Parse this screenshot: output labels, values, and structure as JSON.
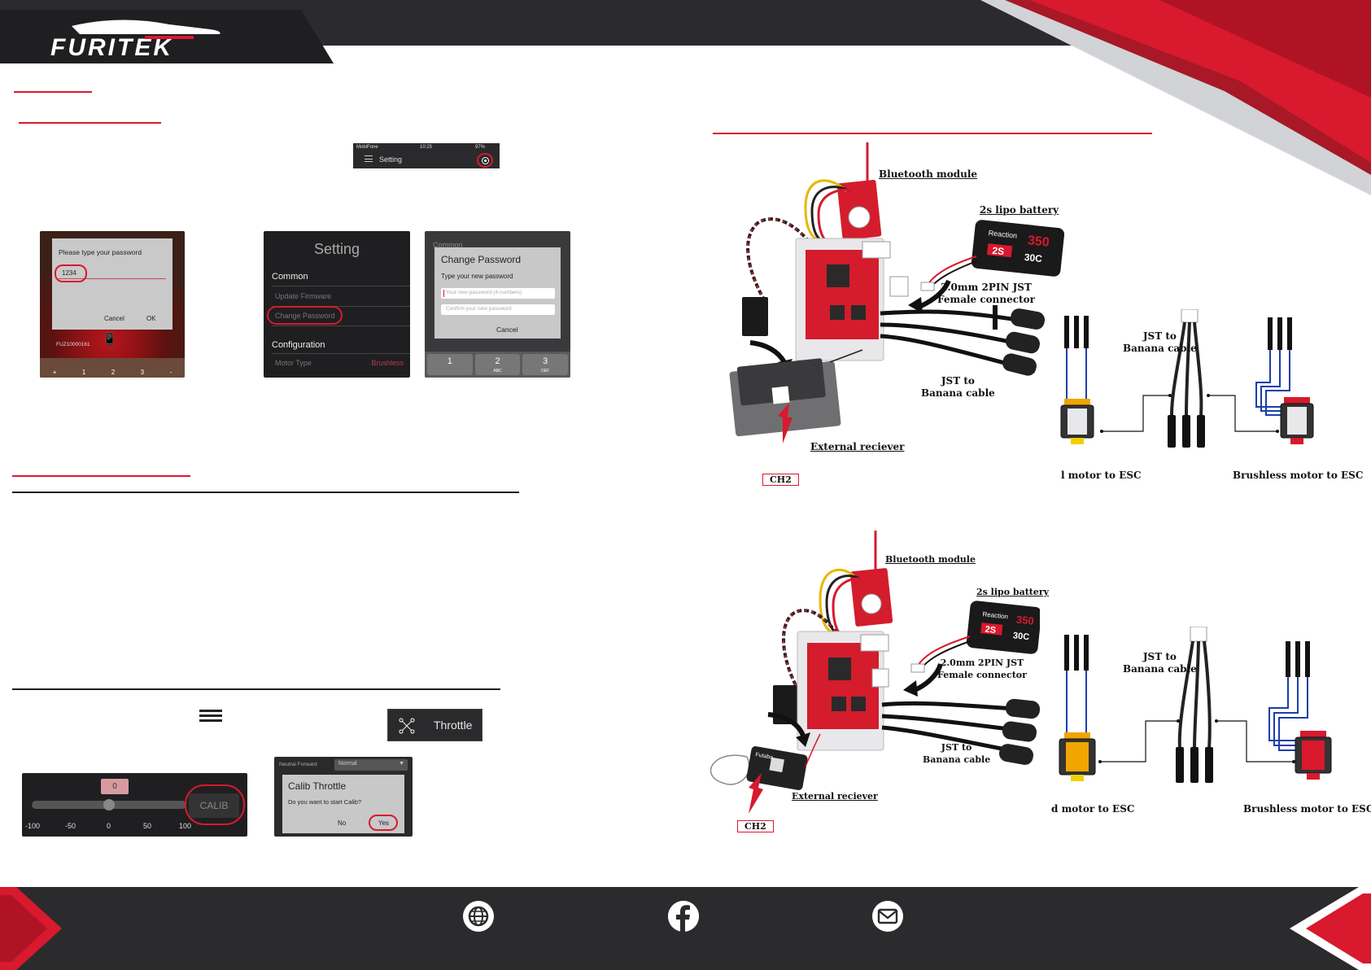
{
  "brand": {
    "logo_text": "FURITEK"
  },
  "colors": {
    "accent": "#d8192e",
    "dark": "#2b2b2d"
  },
  "phone_status": {
    "carrier": "MobiFone",
    "time": "10:25",
    "battery": "97%",
    "title": "Setting"
  },
  "login_dialog": {
    "title": "Please type your password",
    "value": "1234",
    "cancel": "Cancel",
    "ok": "OK",
    "device_id": "FUZ10000161",
    "keypad": [
      "+",
      "1",
      "2",
      "3",
      "-"
    ]
  },
  "settings_menu": {
    "title": "Setting",
    "section_common": "Common",
    "item_update": "Update Firmware",
    "item_change_password": "Change Password",
    "section_config": "Configuration",
    "item_motor_type": "Motor Type",
    "item_motor_value": "Brushless"
  },
  "change_password_dialog": {
    "bg_label": "Common",
    "title": "Change Password",
    "subtitle": "Type your new password",
    "new_placeholder": "Your new password (4 numbers)",
    "confirm_placeholder": "Confirm your new password",
    "cancel": "Cancel",
    "keys": [
      {
        "num": "1",
        "letters": ""
      },
      {
        "num": "2",
        "letters": "ABC"
      },
      {
        "num": "3",
        "letters": "DEF"
      }
    ]
  },
  "throttle_button": {
    "label": "Throttle"
  },
  "calib_slider": {
    "bubble_value": "0",
    "button": "CALIB",
    "ticks": [
      "-100",
      "-50",
      "0",
      "50",
      "100"
    ],
    "level": 0
  },
  "calib_dialog": {
    "top_label": "Neutral Forward",
    "top_select": "Normal",
    "title": "Calib Throttle",
    "message": "Do you want to start Calib?",
    "no": "No",
    "yes": "Yes"
  },
  "diagram_top": {
    "bluetooth": "Bluetooth module",
    "battery": "2s lipo battery",
    "battery_brand": "Reaction",
    "battery_cap": "350",
    "battery_cells": "2S",
    "battery_c": "30C",
    "connector_line1": "2.0mm 2PIN JST",
    "connector_line2": "Female connector",
    "jst_line1": "JST to",
    "jst_line2": "Banana cable",
    "receiver": "External reciever",
    "ch2": "CH2",
    "jst_mid_line1": "JST to",
    "jst_mid_line2": "Banana cable",
    "brushed": "l motor to ESC",
    "brushless": "Brushless motor to ESC"
  },
  "diagram_bottom": {
    "bluetooth": "Bluetooth module",
    "battery": "2s lipo battery",
    "battery_brand": "Reaction",
    "battery_cap": "350",
    "battery_cells": "2S",
    "battery_c": "30C",
    "connector_line1": "2.0mm 2PIN JST",
    "connector_line2": "Female connector",
    "jst_line1": "JST to",
    "jst_line2": "Banana cable",
    "receiver": "External reciever",
    "ch2": "CH2",
    "jst_mid_line1": "JST to",
    "jst_mid_line2": "Banana cable",
    "brushed": "d motor to ESC",
    "brushless": "Brushless motor to ESC",
    "rx_brand": "Futaba"
  }
}
